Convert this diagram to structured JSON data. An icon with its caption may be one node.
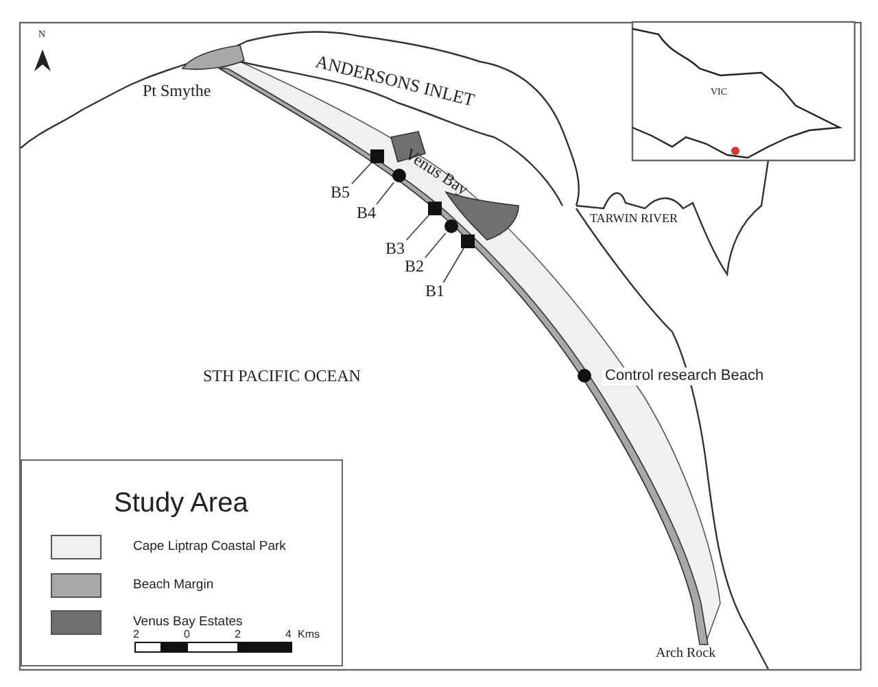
{
  "diagram": {
    "nodes": [
      {
        "text": [
          "B5"
        ]
      },
      {
        "text": [
          "B4"
        ]
      },
      {
        "text": [
          "B3"
        ]
      },
      {
        "text": [
          "B2"
        ]
      },
      {
        "text": [
          "B1"
        ]
      },
      {
        "text": [],
        "shape": "box"
      },
      {
        "text": [],
        "shape": "circle"
      },
      {
        "text": [],
        "shape": "box"
      },
      {
        "text": [],
        "shape": "circle"
      },
      {
        "text": [],
        "shape": "box"
      },
      {
        "text": [],
        "shape": "circle",
        "beside": [
          "Control research Beach"
        ]
      }
    ],
    "edges": [
      {
        "from": 0,
        "to": 5,
        "arrow": "none"
      },
      {
        "from": 1,
        "to": 6,
        "arrow": "none"
      },
      {
        "from": 2,
        "to": 7,
        "arrow": "none"
      },
      {
        "from": 3,
        "to": 8,
        "arrow": "none"
      },
      {
        "from": 4,
        "to": 9,
        "arrow": "none"
      }
    ],
    "labels": [
      "N",
      "Pt Smythe",
      "ANDERSONS INLET",
      "Venus Bay",
      "TARWIN RIVER",
      "VIC",
      "STH PACIFIC OCEAN",
      "Arch Rock",
      "Study Area",
      "2",
      "0",
      "2",
      "4",
      "Kms"
    ],
    "legend": [
      {
        "text": "Cape Liptrap Coastal Park",
        "color": "#f0f0f0"
      },
      {
        "text": "Beach Margin",
        "color": "#a8a8a8"
      },
      {
        "text": "Venus Bay Estates",
        "color": "#707070"
      }
    ]
  }
}
